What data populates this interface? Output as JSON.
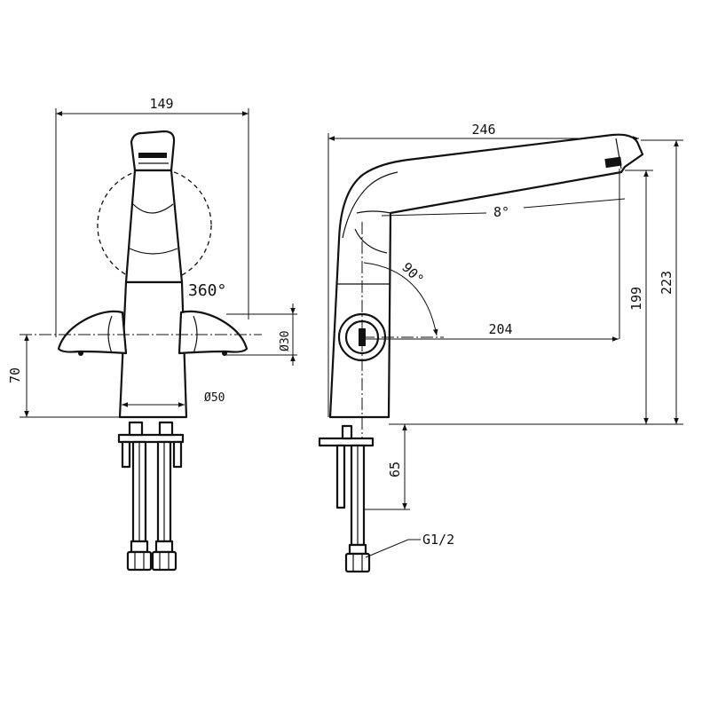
{
  "dimensions": {
    "width_front": "149",
    "length_side": "246",
    "height_total": "223",
    "spout_height": "199",
    "spout_reach": "204",
    "base_height": "70",
    "handle_diameter": "Ø30",
    "base_diameter": "Ø50",
    "rotation": "360°",
    "spout_tilt": "8°",
    "spout_angle": "90°",
    "shank_length": "65",
    "connection_thread": "G1/2"
  }
}
